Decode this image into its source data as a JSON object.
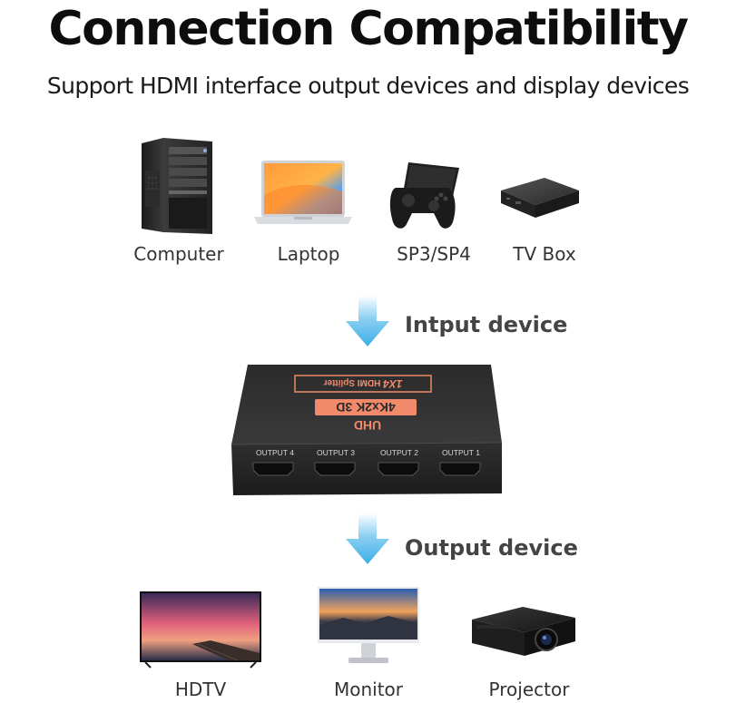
{
  "header": {
    "title": "Connection Compatibility",
    "subtitle": "Support HDMI interface output devices and display devices"
  },
  "input_devices": [
    {
      "label": "Computer",
      "icon": "computer-tower-icon"
    },
    {
      "label": "Laptop",
      "icon": "laptop-icon"
    },
    {
      "label": "SP3/SP4",
      "icon": "game-controller-icon"
    },
    {
      "label": "TV Box",
      "icon": "tv-box-icon"
    }
  ],
  "input_label": "Intput device",
  "output_label": "Output device",
  "splitter": {
    "brand": "1X4",
    "model": "HDMI Splitter",
    "resolution": "4Kx2K 3D",
    "uhd": "UHD",
    "ports": [
      "OUTPUT 4",
      "OUTPUT 3",
      "OUTPUT 2",
      "OUTPUT 1"
    ],
    "accent_color": "#f08a6a",
    "body_color": "#2a2a2a"
  },
  "output_devices": [
    {
      "label": "HDTV",
      "icon": "hdtv-icon"
    },
    {
      "label": "Monitor",
      "icon": "monitor-icon"
    },
    {
      "label": "Projector",
      "icon": "projector-icon"
    }
  ],
  "colors": {
    "arrow": "#4ab6ea"
  }
}
